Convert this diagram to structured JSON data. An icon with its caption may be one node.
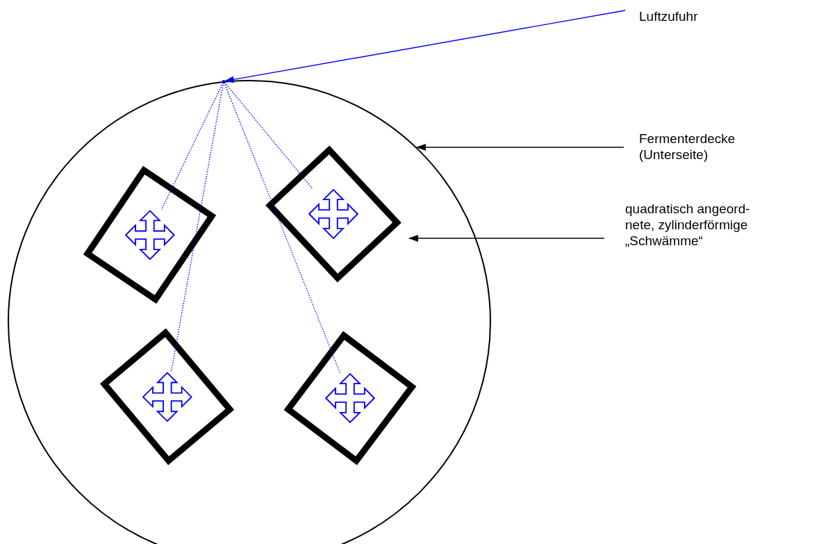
{
  "diagram": {
    "nodes": [
      {
        "text": [],
        "shape": "circle"
      },
      {
        "text": [],
        "shape": "box",
        "in": 0
      },
      {
        "text": [],
        "shape": "box",
        "in": 0
      },
      {
        "text": [],
        "shape": "box",
        "in": 0
      },
      {
        "text": [],
        "shape": "box",
        "in": 0
      },
      {
        "text": [],
        "shape": "picture",
        "in": 1
      },
      {
        "text": [],
        "shape": "picture",
        "in": 2
      },
      {
        "text": [],
        "shape": "picture",
        "in": 3
      },
      {
        "text": [],
        "shape": "picture",
        "in": 4
      },
      {
        "text": [],
        "shape": "dot",
        "in": 0
      },
      {
        "text": [
          "Luftzufuhr"
        ]
      },
      {
        "text": [
          "Fermenterdecke (Unterseite)"
        ]
      },
      {
        "text": [
          "quadratisch angeord- nete, zylinderförmige „Schwämme“"
        ]
      }
    ],
    "edges": [
      {
        "from": 10,
        "to": 9,
        "arrow": "to",
        "color": "#0000ff"
      },
      {
        "from": 9,
        "to": 5,
        "arrow": "none",
        "style": "dashed",
        "color": "#0000ff"
      },
      {
        "from": 9,
        "to": 6,
        "arrow": "none",
        "style": "dashed",
        "color": "#0000ff"
      },
      {
        "from": 9,
        "to": 7,
        "arrow": "none",
        "style": "dashed",
        "color": "#0000ff"
      },
      {
        "from": 9,
        "to": 8,
        "arrow": "none",
        "style": "dashed",
        "color": "#0000ff"
      },
      {
        "from": 11,
        "to": 0,
        "arrow": "to",
        "color": "#000000"
      },
      {
        "from": 12,
        "to": 2,
        "arrow": "to",
        "color": "#000000"
      }
    ]
  }
}
